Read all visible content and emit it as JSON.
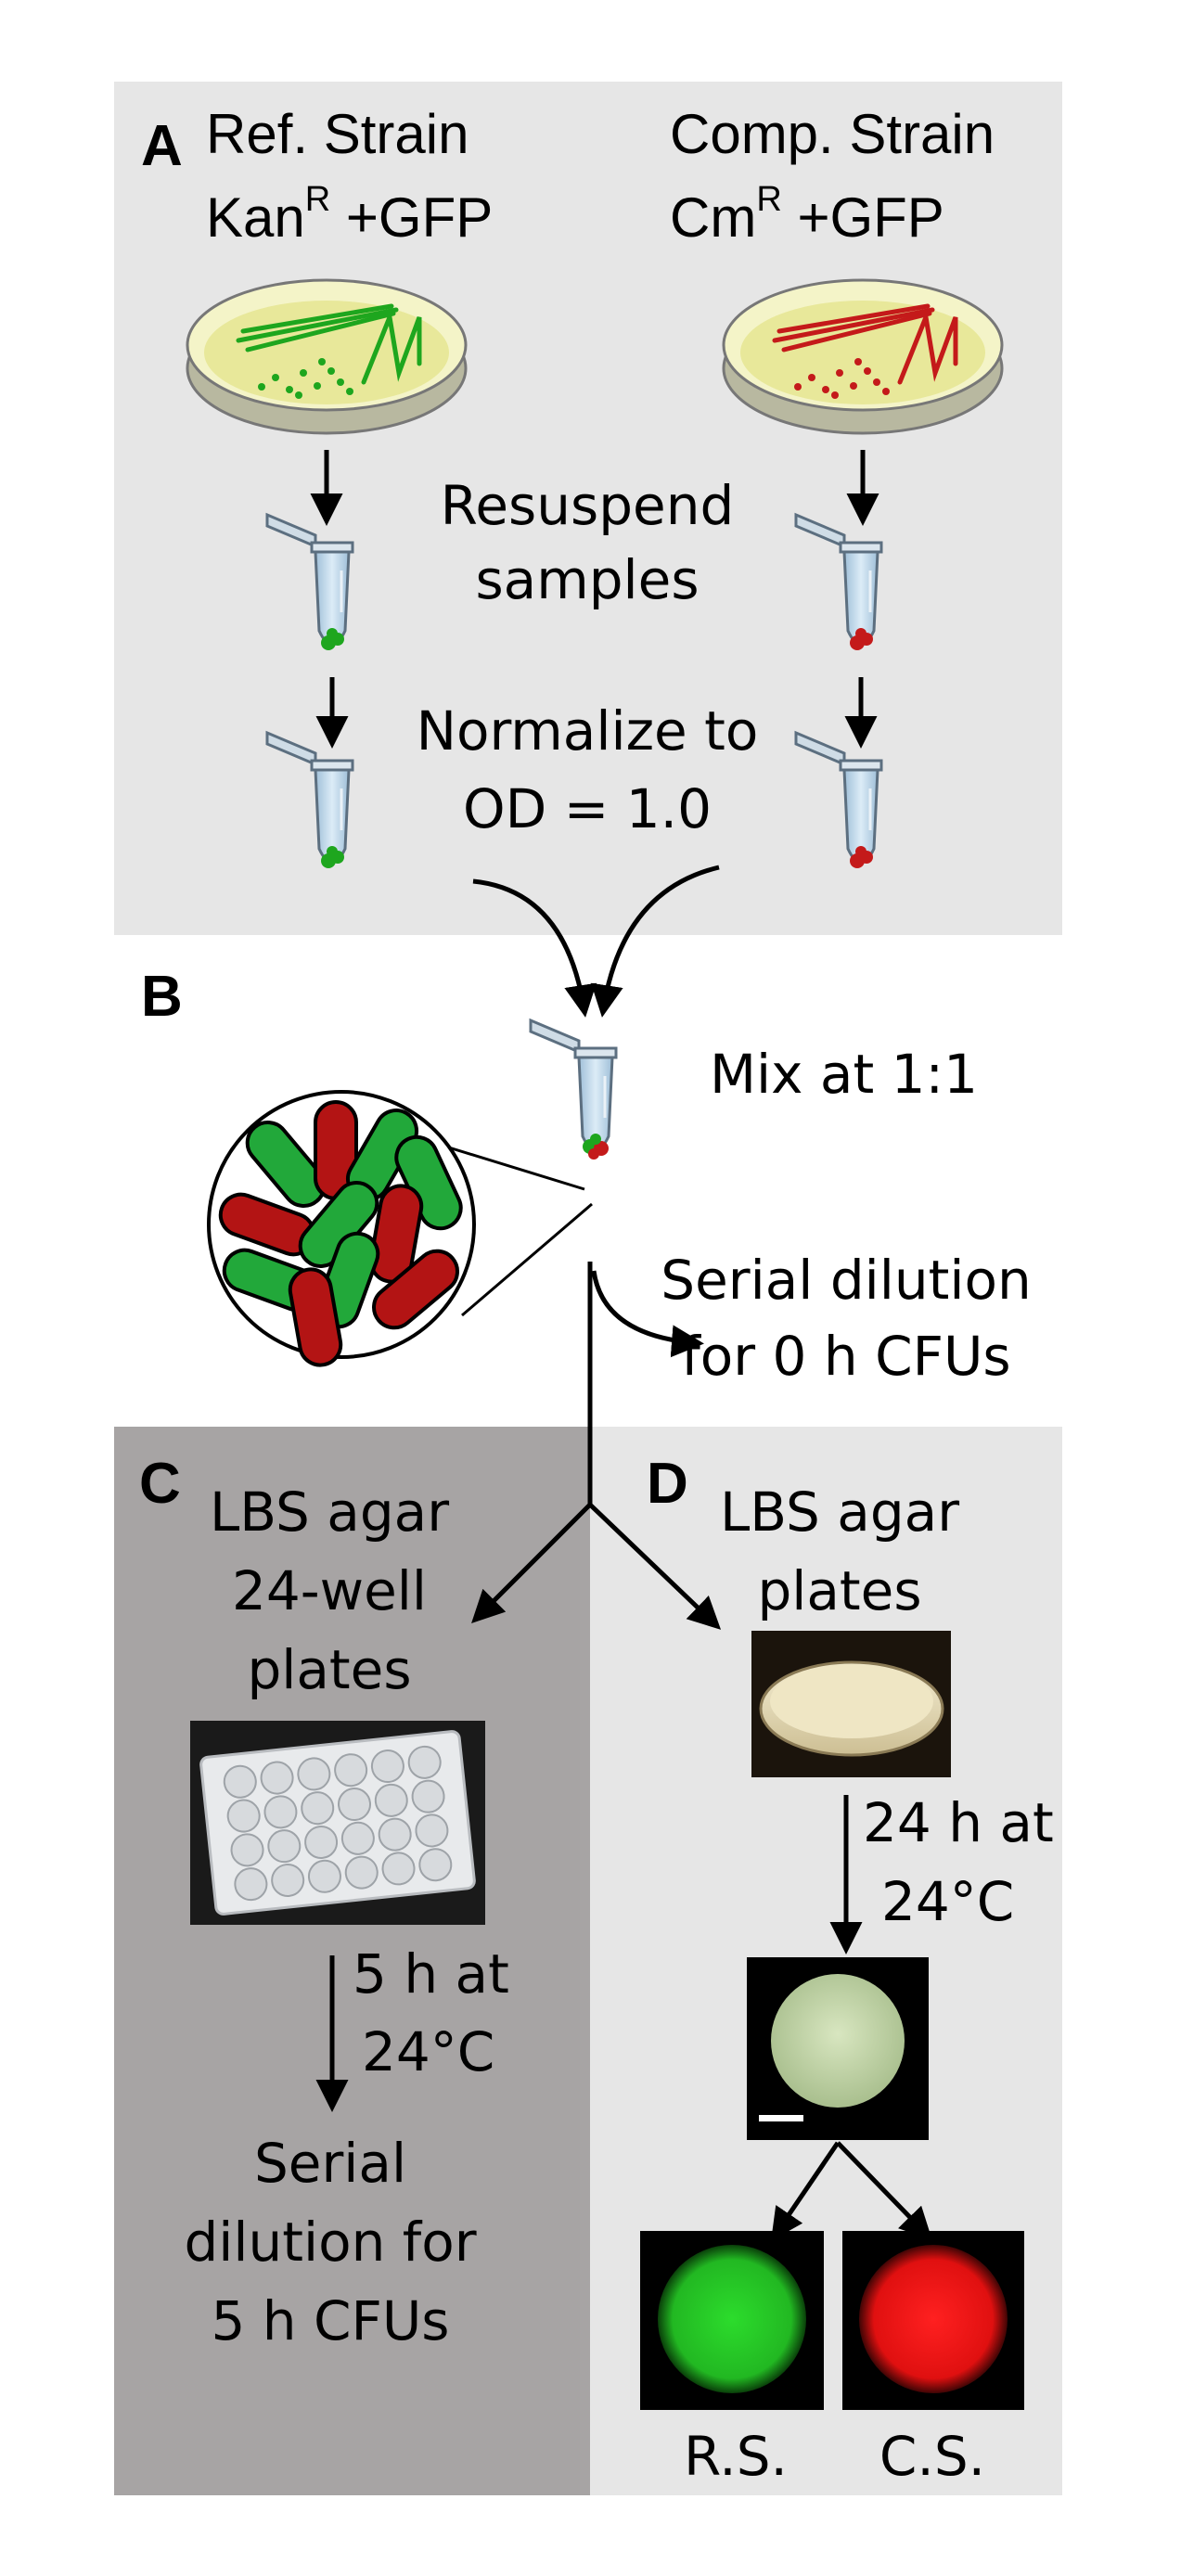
{
  "panels": {
    "a": {
      "letter": "A",
      "ref_strain": {
        "title": "Ref. Strain",
        "marker": "Kan",
        "marker_sup": "R",
        "gfp": "+GFP"
      },
      "comp_strain": {
        "title": "Comp. Strain",
        "marker": "Cm",
        "marker_sup": "R",
        "gfp": "+GFP"
      },
      "resuspend_1": "Resuspend",
      "resuspend_2": "samples",
      "normalize_1": "Normalize to",
      "normalize_2": "OD = 1.0"
    },
    "b": {
      "letter": "B",
      "mix_label": "Mix at 1:1",
      "serial_1": "Serial dilution",
      "serial_2": "for 0 h CFUs"
    },
    "c": {
      "letter": "C",
      "lbs_1": "LBS agar",
      "lbs_2": "24-well",
      "lbs_3": "plates",
      "incubation_1": "5 h at",
      "incubation_2": "24°C",
      "serial_1": "Serial",
      "serial_2": "dilution for",
      "serial_3": "5 h CFUs"
    },
    "d": {
      "letter": "D",
      "lbs_1": "LBS agar",
      "lbs_2": "plates",
      "incubation_1": "24 h at",
      "incubation_2": "24°C",
      "rs_label": "R.S.",
      "cs_label": "C.S."
    }
  },
  "colors": {
    "panel_a_bg": "#e6e6e6",
    "panel_c_bg": "#a7a4a4",
    "panel_d_bg": "#e6e6e6",
    "ref_green": "#1ea61e",
    "comp_red": "#c41a1a",
    "agar_yellow": "#e8e89a",
    "tube_blue": "#b9d3e6"
  },
  "icons": [
    "petri-dish-icon",
    "microtube-icon",
    "bacteria-magnifier-icon",
    "well-plate-photo",
    "agar-plate-photo",
    "colony-image"
  ]
}
